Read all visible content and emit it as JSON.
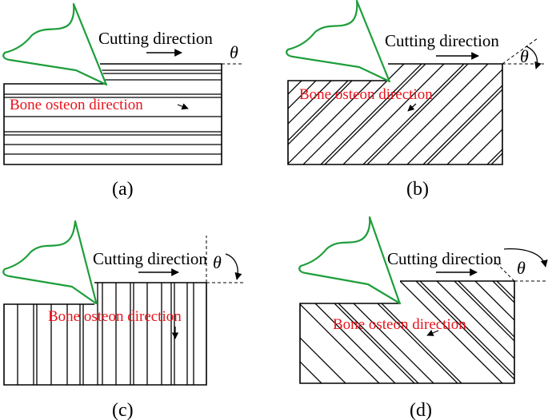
{
  "colors": {
    "tool": "#1e9e3a",
    "osteon_text": "#e8141c",
    "line": "#000000"
  },
  "panels": [
    {
      "id": "a",
      "label": "(a)",
      "cutting": "Cutting direction",
      "osteon": "Bone osteon direction",
      "theta": "θ"
    },
    {
      "id": "b",
      "label": "(b)",
      "cutting": "Cutting direction",
      "osteon": "Bone osteon direction",
      "theta": "θ"
    },
    {
      "id": "c",
      "label": "(c)",
      "cutting": "Cutting direction",
      "osteon": "Bone osteon direction",
      "theta": "θ"
    },
    {
      "id": "d",
      "label": "(d)",
      "cutting": "Cutting direction",
      "osteon": "Bone osteon direction",
      "theta": "θ"
    }
  ]
}
